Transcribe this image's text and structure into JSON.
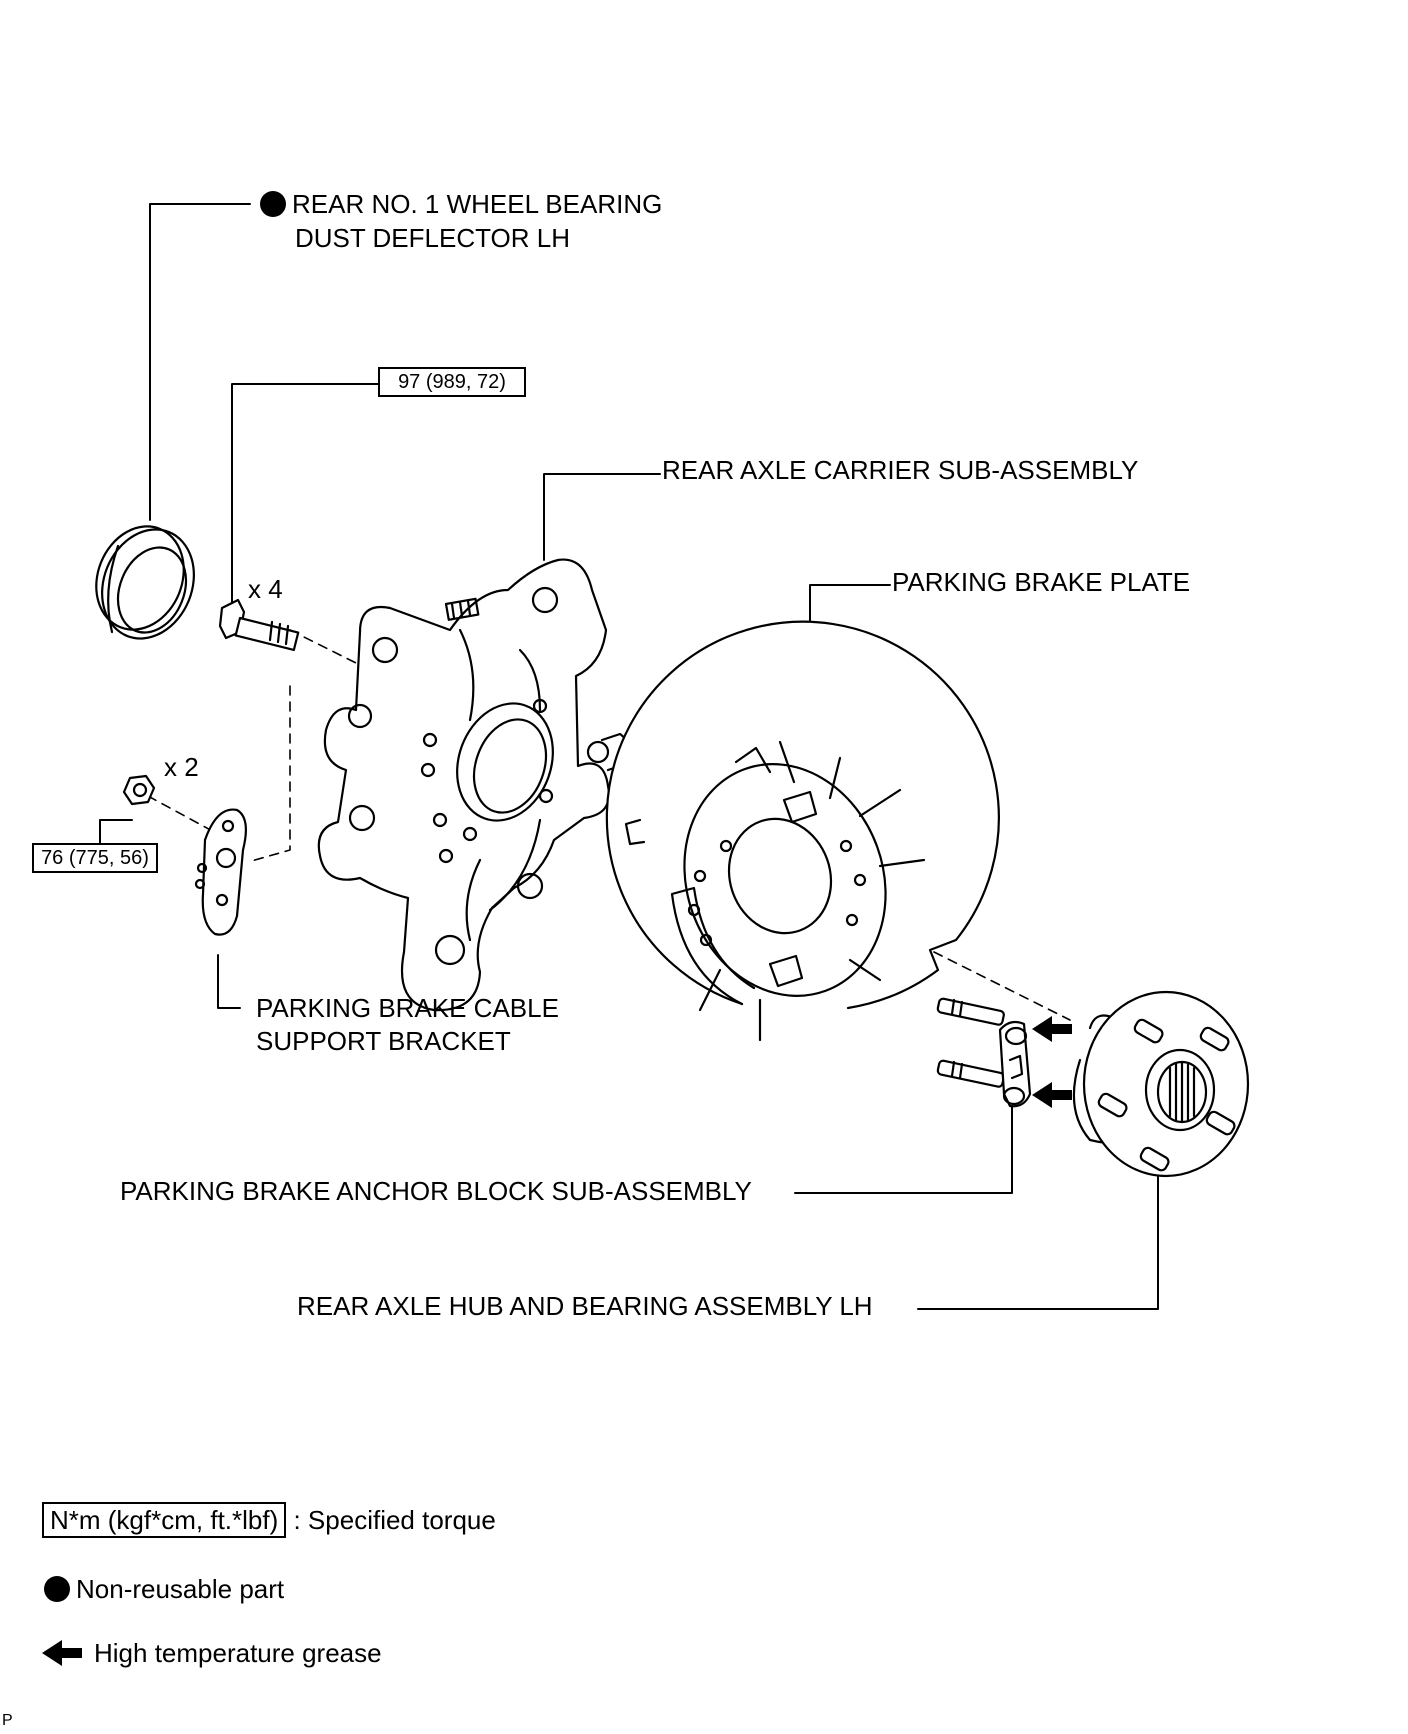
{
  "labels": {
    "dust_deflector_line1": "REAR NO. 1 WHEEL BEARING",
    "dust_deflector_line2": "DUST DEFLECTOR LH",
    "axle_carrier": "REAR AXLE CARRIER SUB-ASSEMBLY",
    "parking_brake_plate": "PARKING BRAKE PLATE",
    "cable_bracket_line1": "PARKING BRAKE CABLE",
    "cable_bracket_line2": "SUPPORT BRACKET",
    "anchor_block": "PARKING BRAKE ANCHOR BLOCK SUB-ASSEMBLY",
    "hub_bearing": "REAR AXLE HUB AND BEARING ASSEMBLY LH"
  },
  "torques": {
    "bolt": "97 (989, 72)",
    "nut": "76 (775, 56)"
  },
  "quantities": {
    "bolt": "x 4",
    "nut": "x 2"
  },
  "legend": {
    "torque_unit": "N*m (kgf*cm, ft.*lbf)",
    "torque_desc": ": Specified torque",
    "non_reusable": "Non-reusable part",
    "grease": "High temperature grease"
  },
  "footer": {
    "page_mark": "P"
  }
}
